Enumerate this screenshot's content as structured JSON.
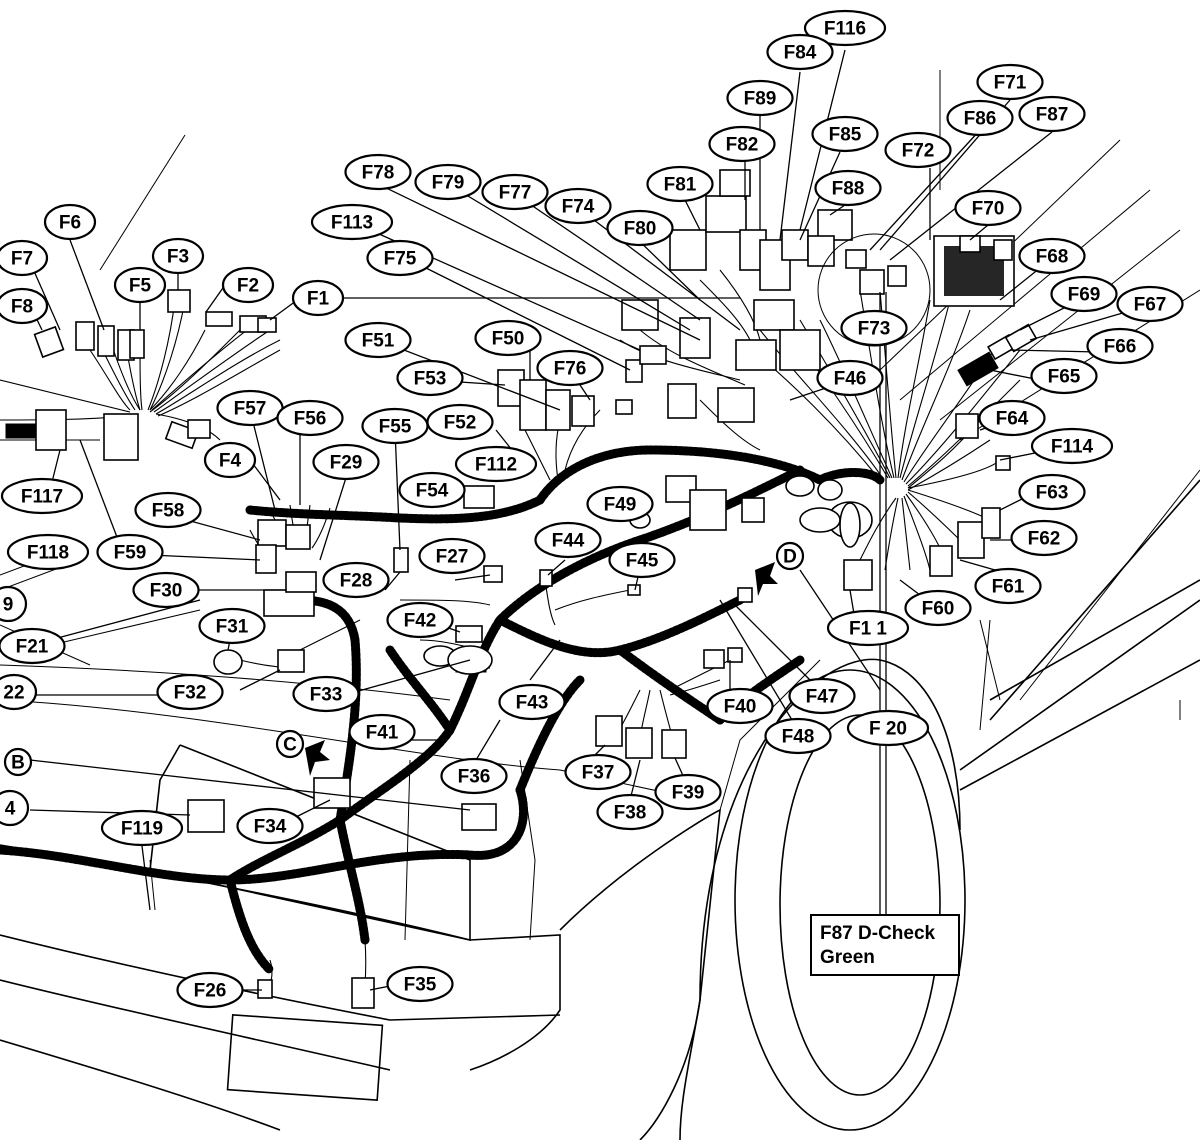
{
  "callout": {
    "line1": "F87 D-Check",
    "line2": "Green"
  },
  "labels": [
    {
      "id": "F116",
      "text": "F116"
    },
    {
      "id": "F84",
      "text": "F84"
    },
    {
      "id": "F89",
      "text": "F89"
    },
    {
      "id": "F82",
      "text": "F82"
    },
    {
      "id": "F85",
      "text": "F85"
    },
    {
      "id": "F81",
      "text": "F81"
    },
    {
      "id": "F88",
      "text": "F88"
    },
    {
      "id": "F71",
      "text": "F71"
    },
    {
      "id": "F86",
      "text": "F86"
    },
    {
      "id": "F87",
      "text": "F87"
    },
    {
      "id": "F72",
      "text": "F72"
    },
    {
      "id": "F70",
      "text": "F70"
    },
    {
      "id": "F68",
      "text": "F68"
    },
    {
      "id": "F69",
      "text": "F69"
    },
    {
      "id": "F67",
      "text": "F67"
    },
    {
      "id": "F66",
      "text": "F66"
    },
    {
      "id": "F65",
      "text": "F65"
    },
    {
      "id": "F64",
      "text": "F64"
    },
    {
      "id": "F114",
      "text": "F114"
    },
    {
      "id": "F63",
      "text": "F63"
    },
    {
      "id": "F62",
      "text": "F62"
    },
    {
      "id": "F61",
      "text": "F61"
    },
    {
      "id": "F60",
      "text": "F60"
    },
    {
      "id": "F73",
      "text": "F73"
    },
    {
      "id": "F78",
      "text": "F78"
    },
    {
      "id": "F79",
      "text": "F79"
    },
    {
      "id": "F77",
      "text": "F77"
    },
    {
      "id": "F74",
      "text": "F74"
    },
    {
      "id": "F80",
      "text": "F80"
    },
    {
      "id": "F113",
      "text": "F113"
    },
    {
      "id": "F75",
      "text": "F75"
    },
    {
      "id": "F1",
      "text": "F1"
    },
    {
      "id": "F6",
      "text": "F6"
    },
    {
      "id": "F7",
      "text": "F7"
    },
    {
      "id": "F3",
      "text": "F3"
    },
    {
      "id": "F5",
      "text": "F5"
    },
    {
      "id": "F2",
      "text": "F2"
    },
    {
      "id": "F8",
      "text": "F8"
    },
    {
      "id": "F51",
      "text": "F51"
    },
    {
      "id": "F50",
      "text": "F50"
    },
    {
      "id": "F76",
      "text": "F76"
    },
    {
      "id": "F53",
      "text": "F53"
    },
    {
      "id": "F46",
      "text": "F46"
    },
    {
      "id": "F57",
      "text": "F57"
    },
    {
      "id": "F56",
      "text": "F56"
    },
    {
      "id": "F55",
      "text": "F55"
    },
    {
      "id": "F52",
      "text": "F52"
    },
    {
      "id": "F4",
      "text": "F4"
    },
    {
      "id": "F29",
      "text": "F29"
    },
    {
      "id": "F112",
      "text": "F112"
    },
    {
      "id": "F117",
      "text": "F117"
    },
    {
      "id": "F54",
      "text": "F54"
    },
    {
      "id": "F49",
      "text": "F49"
    },
    {
      "id": "F58",
      "text": "F58"
    },
    {
      "id": "F44",
      "text": "F44"
    },
    {
      "id": "F118",
      "text": "F118"
    },
    {
      "id": "F59",
      "text": "F59"
    },
    {
      "id": "F27",
      "text": "F27"
    },
    {
      "id": "F45",
      "text": "F45"
    },
    {
      "id": "F28",
      "text": "F28"
    },
    {
      "id": "F30",
      "text": "F30"
    },
    {
      "id": "F9",
      "text": "9"
    },
    {
      "id": "F111",
      "text": "F1 1"
    },
    {
      "id": "F31",
      "text": "F31"
    },
    {
      "id": "F42",
      "text": "F42"
    },
    {
      "id": "F21",
      "text": "F21"
    },
    {
      "id": "F32",
      "text": "F32"
    },
    {
      "id": "F33",
      "text": "F33"
    },
    {
      "id": "F43",
      "text": "F43"
    },
    {
      "id": "F40",
      "text": "F40"
    },
    {
      "id": "F47",
      "text": "F47"
    },
    {
      "id": "F22",
      "text": "22"
    },
    {
      "id": "F41",
      "text": "F41"
    },
    {
      "id": "F48",
      "text": "F48"
    },
    {
      "id": "F120",
      "text": "F 20"
    },
    {
      "id": "F36",
      "text": "F36"
    },
    {
      "id": "F37",
      "text": "F37"
    },
    {
      "id": "B",
      "text": "B"
    },
    {
      "id": "F38",
      "text": "F38"
    },
    {
      "id": "F39",
      "text": "F39"
    },
    {
      "id": "F4b",
      "text": "4"
    },
    {
      "id": "F119",
      "text": "F119"
    },
    {
      "id": "F34",
      "text": "F34"
    },
    {
      "id": "F26",
      "text": "F26"
    },
    {
      "id": "F35",
      "text": "F35"
    },
    {
      "id": "C",
      "text": "C"
    },
    {
      "id": "D",
      "text": "D"
    }
  ]
}
